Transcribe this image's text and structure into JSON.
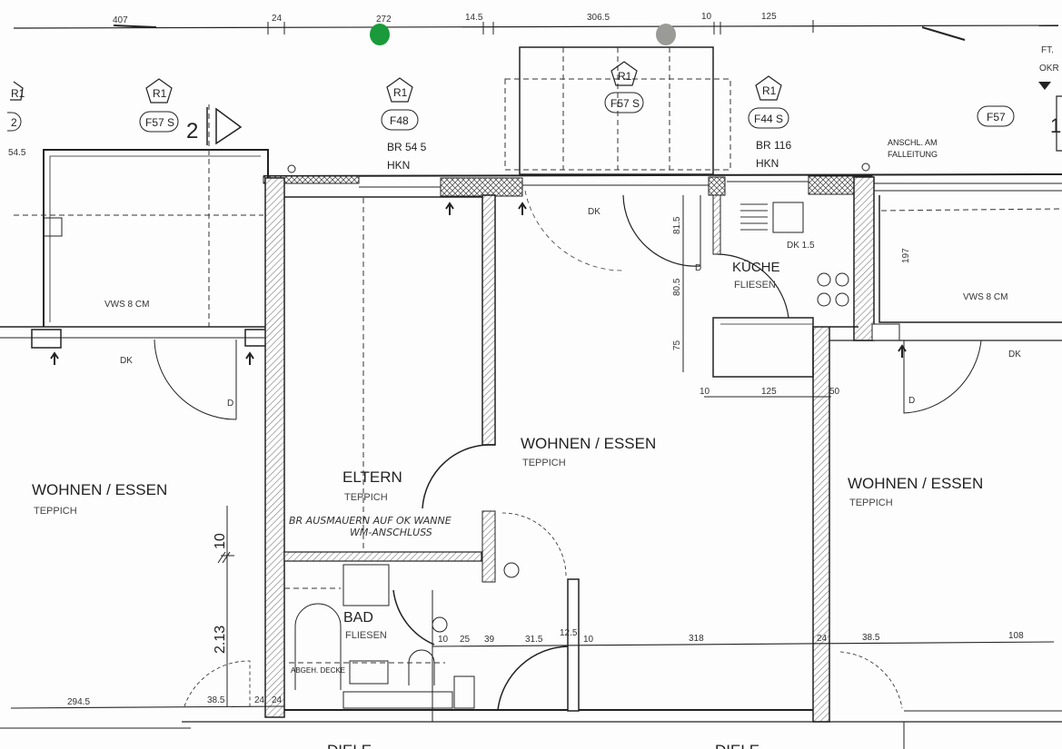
{
  "plan": {
    "top_dimensions": [
      "407",
      "24",
      "272",
      "14.5",
      "306.5",
      "10",
      "125"
    ],
    "window_tags": [
      {
        "symbol": "R1",
        "tag": "2"
      },
      {
        "symbol": "R1",
        "tag": "F57 S"
      },
      {
        "symbol": "R1",
        "tag": "F48",
        "note1": "BR 54 5",
        "note2": "HKN"
      },
      {
        "symbol": "R1",
        "tag": "F57 S"
      },
      {
        "symbol": "R1",
        "tag": "F44 S",
        "note1": "BR 116",
        "note2": "HKN"
      },
      {
        "tag": "F57"
      }
    ],
    "section_marker": "2",
    "section_marker_right": "1",
    "left_edge_dim": "54.5",
    "connection_note": [
      "ANSCHL. AM",
      "FALLEITUNG"
    ],
    "level_marker": [
      "FT.",
      "OKR"
    ],
    "insulation_note": "VWS 8 CM",
    "window_type": "DK",
    "door_mark": "D",
    "rooms": [
      {
        "name": "WOHNEN / ESSEN",
        "floor": "TEPPICH"
      },
      {
        "name": "ELTERN",
        "floor": "TEPPICH"
      },
      {
        "name": "WOHNEN / ESSEN",
        "floor": "TEPPICH"
      },
      {
        "name": "KÜCHE",
        "floor": "FLIESEN"
      },
      {
        "name": "BAD",
        "floor": "FLIESEN"
      },
      {
        "name": "WOHNEN / ESSEN",
        "floor": "TEPPICH"
      },
      {
        "name": "DIELE"
      },
      {
        "name": "DIELE"
      }
    ],
    "handwritten_notes": [
      "BR AUSMAUERN AUF OK WANNE",
      "WM-ANSCHLUSS"
    ],
    "bath_note": "ABGEH. DECKE",
    "kitchen_dims": [
      "81.5",
      "80.5",
      "75",
      "10",
      "125",
      "50",
      "DK 1.5",
      "197"
    ],
    "height_dims": [
      "2.13",
      "10"
    ],
    "bottom_dimensions_mid": [
      "10",
      "25",
      "39",
      "31.5",
      "12.5",
      "10",
      "318",
      "24",
      "38.5",
      "108"
    ],
    "bottom_dimensions_low": [
      "294.5",
      "38.5",
      "24",
      "24"
    ],
    "markers": {
      "green_pin": "#1a9a3a",
      "gray_pin": "#9a9a96"
    }
  }
}
